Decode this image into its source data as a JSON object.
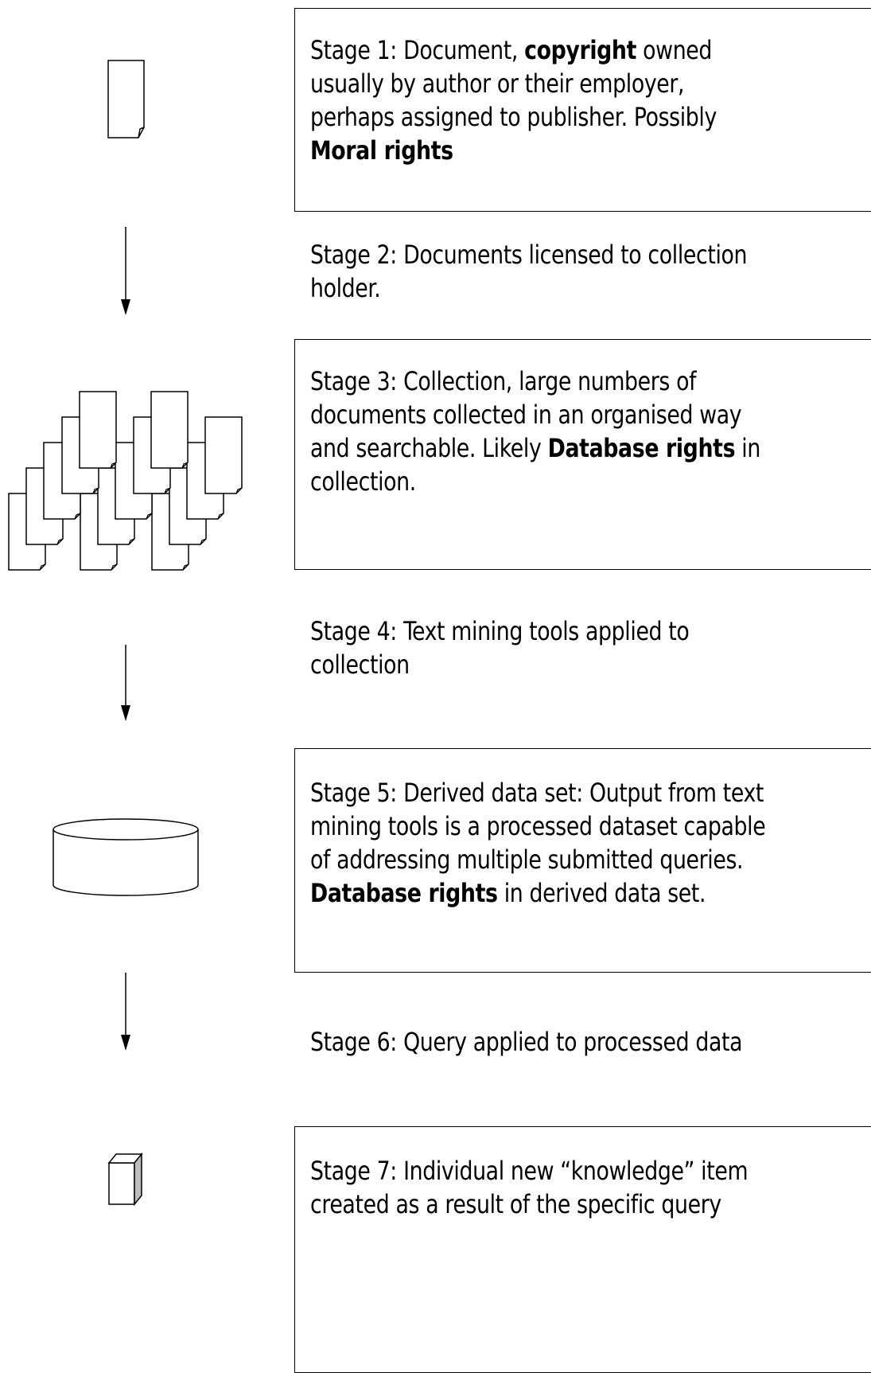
{
  "stages": [
    {
      "id": 1,
      "parts": [
        {
          "text": "Stage 1: Document, ",
          "bold": false
        },
        {
          "text": "copyright",
          "bold": true
        },
        {
          "text": " owned usually by author or their employer, perhaps assigned to publisher. Possibly ",
          "bold": false
        },
        {
          "text": "Moral rights",
          "bold": true
        }
      ],
      "boxed": true
    },
    {
      "id": 2,
      "parts": [
        {
          "text": "Stage 2: Documents licensed to collection holder.",
          "bold": false
        }
      ],
      "boxed": false
    },
    {
      "id": 3,
      "parts": [
        {
          "text": "Stage 3: Collection, large numbers of documents collected in an organised way and searchable. Likely ",
          "bold": false
        },
        {
          "text": "Database rights",
          "bold": true
        },
        {
          "text": " in collection.",
          "bold": false
        }
      ],
      "boxed": true
    },
    {
      "id": 4,
      "parts": [
        {
          "text": "Stage 4: Text mining tools applied to collection",
          "bold": false
        }
      ],
      "boxed": false
    },
    {
      "id": 5,
      "parts": [
        {
          "text": "Stage 5: Derived data set: Output from text mining tools is a processed dataset capable of addressing multiple submitted queries. ",
          "bold": false
        },
        {
          "text": "Database rights",
          "bold": true
        },
        {
          "text": " in derived data set.",
          "bold": false
        }
      ],
      "boxed": true
    },
    {
      "id": 6,
      "parts": [
        {
          "text": "Stage 6: Query applied to processed data",
          "bold": false
        }
      ],
      "boxed": false
    },
    {
      "id": 7,
      "parts": [
        {
          "text": "Stage 7: Individual new “knowledge” item created as a result of the specific query",
          "bold": false
        }
      ],
      "boxed": true
    }
  ],
  "icons": {
    "stage1": "document-icon",
    "stage3": "document-stack-icon",
    "stage5": "database-cylinder-icon",
    "stage7": "cube-icon",
    "arrows": "down-arrow-icon"
  }
}
